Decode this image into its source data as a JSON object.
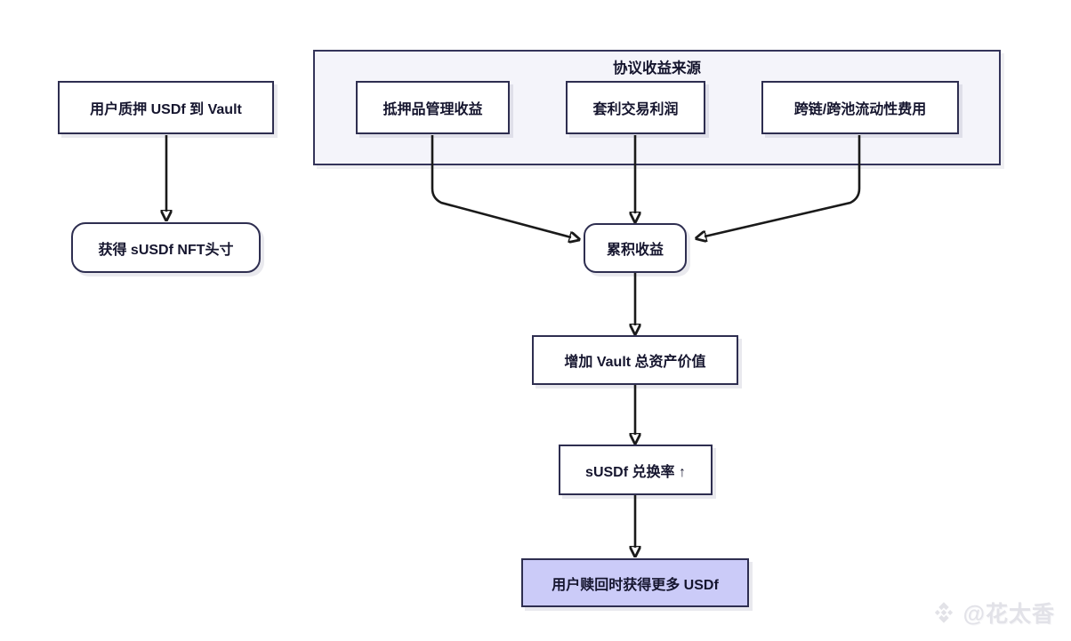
{
  "diagram": {
    "subgraph_title": "协议收益来源",
    "nodes": {
      "stake": "用户质押 USDf 到 Vault",
      "nft_position": "获得 sUSDf NFT头寸",
      "collateral": "抵押品管理收益",
      "arbitrage": "套利交易利润",
      "crosschain": "跨链/跨池流动性费用",
      "accumulated": "累积收益",
      "vault_value": "增加 Vault 总资产价值",
      "exchange_rate": "sUSDf 兑换率 ↑",
      "redeem": "用户赎回时获得更多 USDf"
    },
    "edges": [
      {
        "from": "stake",
        "to": "nft_position"
      },
      {
        "from": "collateral",
        "to": "accumulated"
      },
      {
        "from": "arbitrage",
        "to": "accumulated"
      },
      {
        "from": "crosschain",
        "to": "accumulated"
      },
      {
        "from": "accumulated",
        "to": "vault_value"
      },
      {
        "from": "vault_value",
        "to": "exchange_rate"
      },
      {
        "from": "exchange_rate",
        "to": "redeem"
      }
    ],
    "colors": {
      "node_border": "#2e2e50",
      "node_fill": "#ffffff",
      "highlight_fill": "#cbcbf8",
      "container_fill": "#f4f4fa",
      "arrow": "#1a1a1a",
      "text": "#15152e"
    }
  },
  "watermark": {
    "handle": "@花太香",
    "icon": "diamond-logo-icon",
    "color": "#e2e2e8"
  }
}
